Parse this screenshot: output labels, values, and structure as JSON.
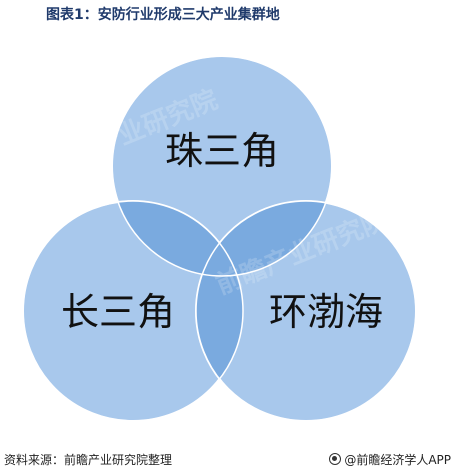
{
  "title": "图表1：安防行业形成三大产业集群地",
  "circles": {
    "top": {
      "label": "珠三角"
    },
    "left": {
      "label": "长三角"
    },
    "right": {
      "label": "环渤海"
    }
  },
  "watermark": {
    "text": "前瞻产业研究院"
  },
  "footer": {
    "source": "资料来源：前瞻产业研究院整理",
    "brand": "@前瞻经济学人APP"
  },
  "colors": {
    "circle_fill": "#a8c8ec",
    "overlap_fill": "#7aaadf",
    "circle_stroke": "#ffffff",
    "title": "#1f3a6b"
  }
}
